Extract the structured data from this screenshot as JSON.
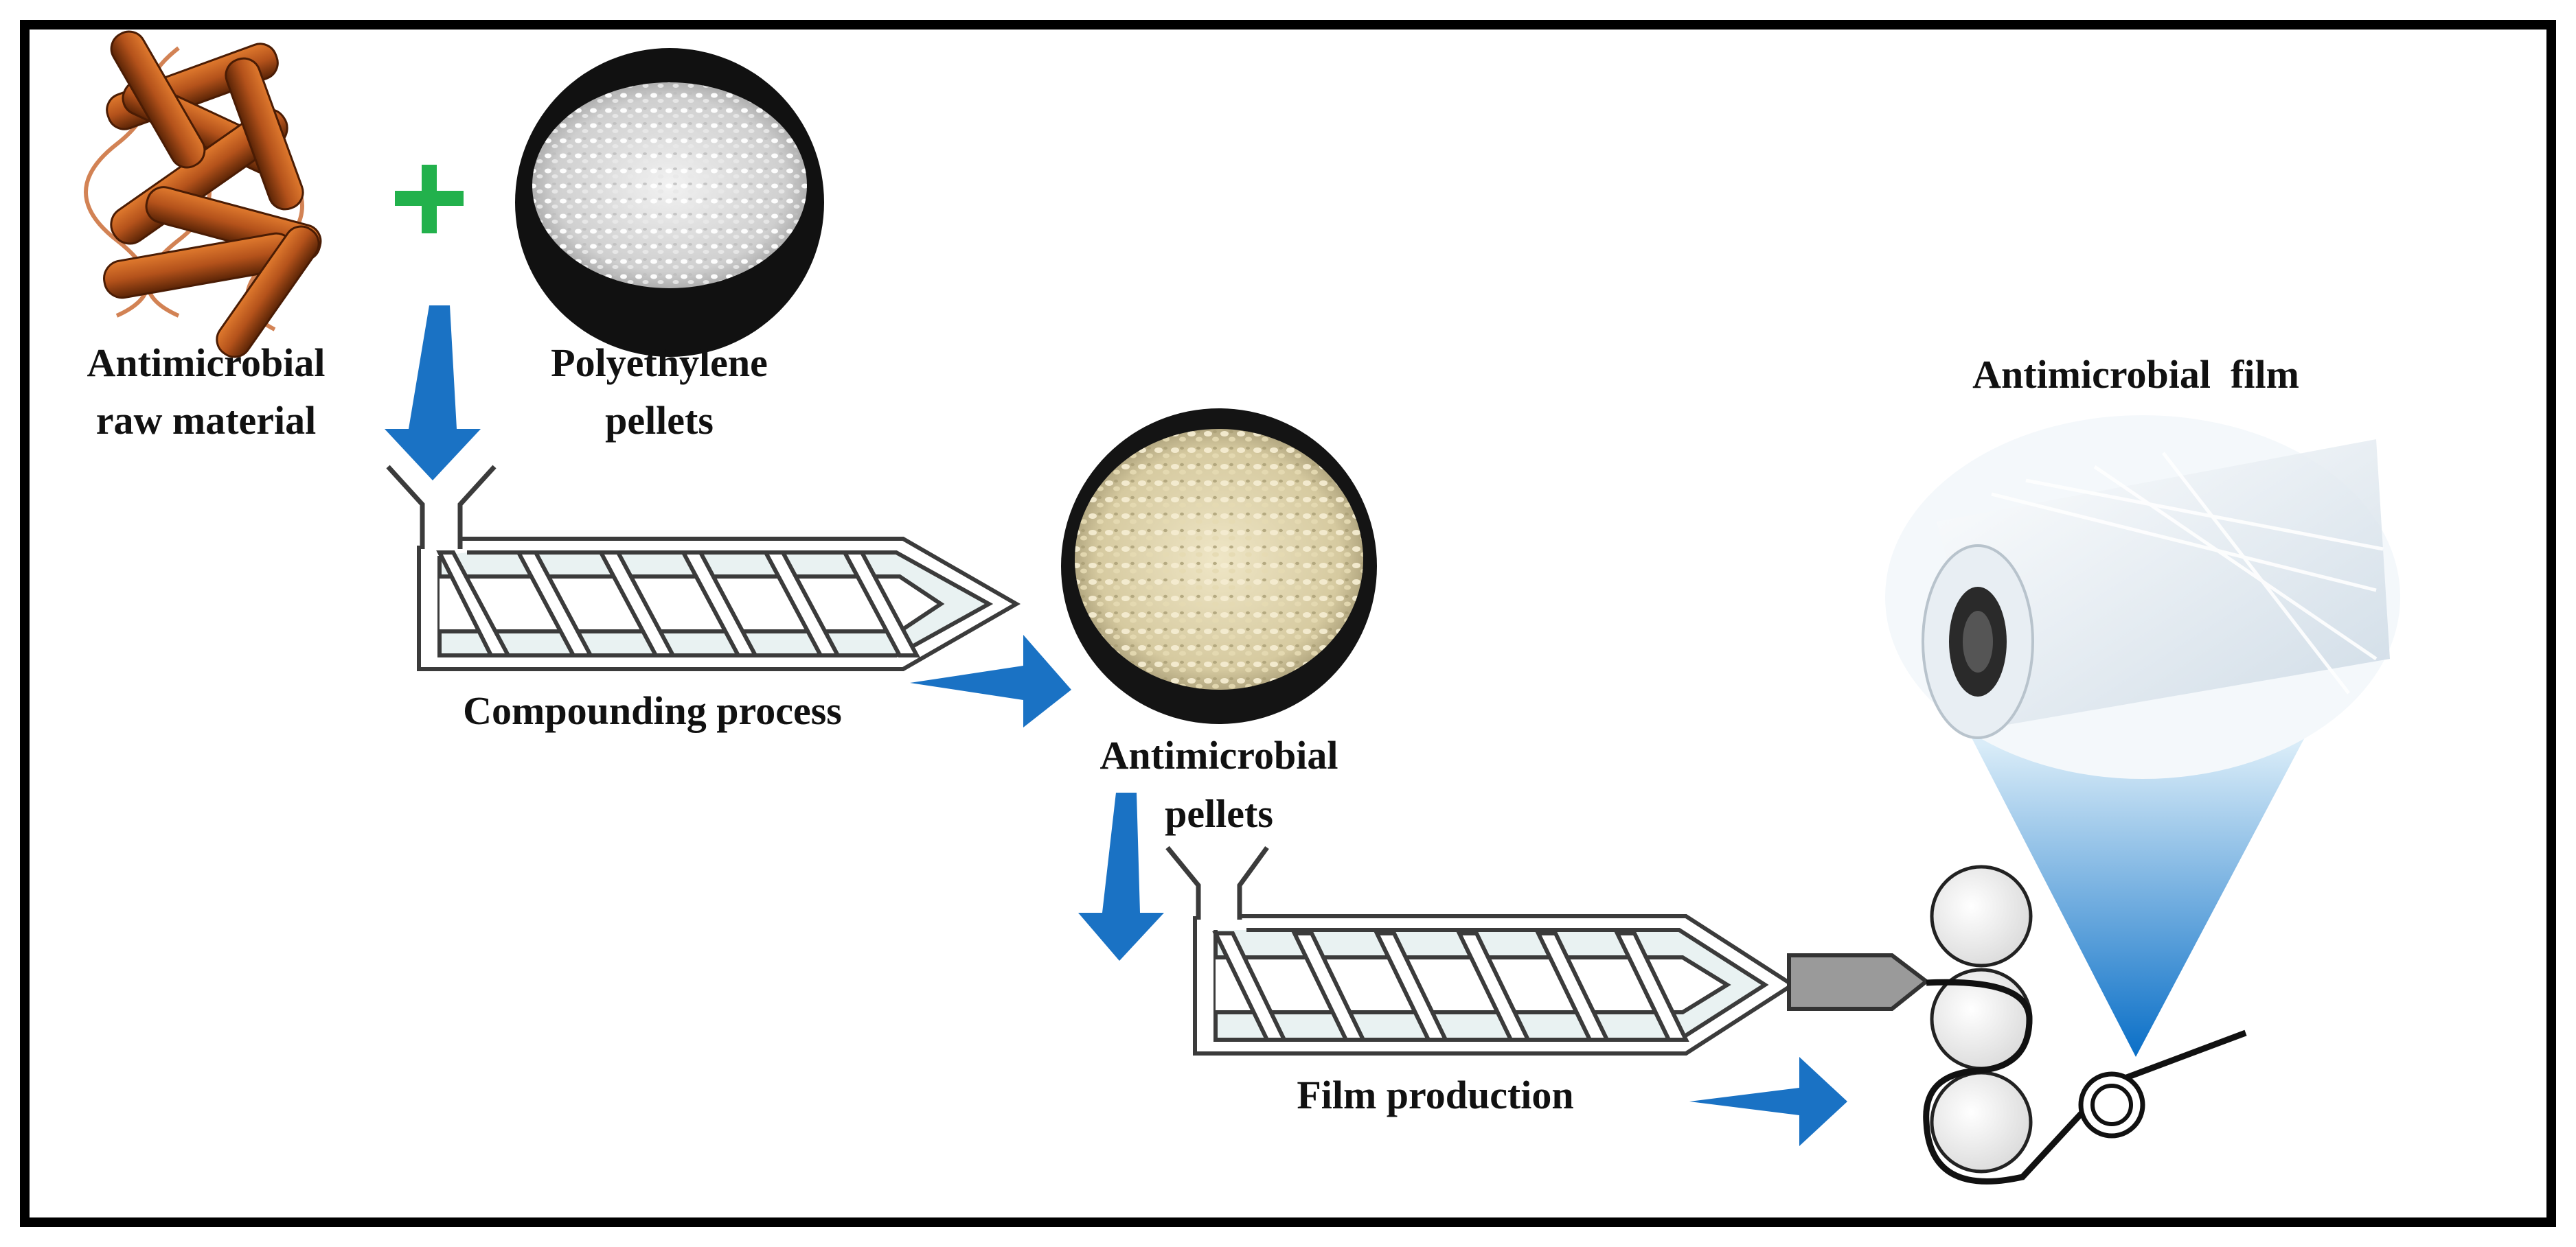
{
  "labels": {
    "raw_material_line1": "Antimicrobial",
    "raw_material_line2": "raw material",
    "pe_pellets_line1": "Polyethylene",
    "pe_pellets_line2": "pellets",
    "compounding": "Compounding process",
    "am_pellets_line1": "Antimicrobial",
    "am_pellets_line2": "pellets",
    "film_production": "Film production",
    "antimicrobial_film": "Antimicrobial  film"
  },
  "colors": {
    "arrow": "#1a72c4",
    "plus": "#22b14c",
    "rod": "#b4521b",
    "cone_top": "#ffffff",
    "cone_bottom": "#0a6fc7",
    "frame": "#000000"
  },
  "icons": {
    "plus": "plus-icon",
    "arrow": "arrow-icon"
  }
}
